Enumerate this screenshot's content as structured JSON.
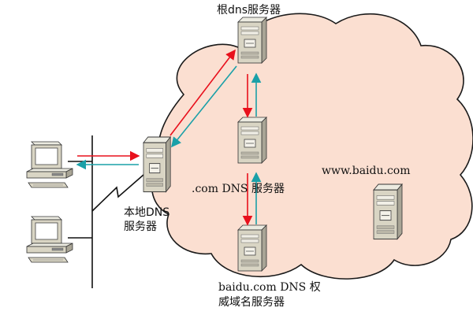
{
  "labels": {
    "root_server": "根dns服务器",
    "com_server": ".com   DNS 服务器",
    "local_line1": "本地DNS",
    "local_line2": "服务器",
    "auth_line1": "baidu.com   DNS 权",
    "auth_line2": "威域名服务器",
    "website": "www.baidu.com"
  },
  "colors": {
    "cloud_fill": "#fbdfd1",
    "cloud_stroke": "#1a1a1a",
    "query_arrow": "#e8101c",
    "response_arrow": "#1aa0a8",
    "server_body": "#d9d5c4",
    "line": "#111111"
  },
  "icons": [
    "server-icon",
    "desktop-computer-icon",
    "lightning-link-icon"
  ]
}
